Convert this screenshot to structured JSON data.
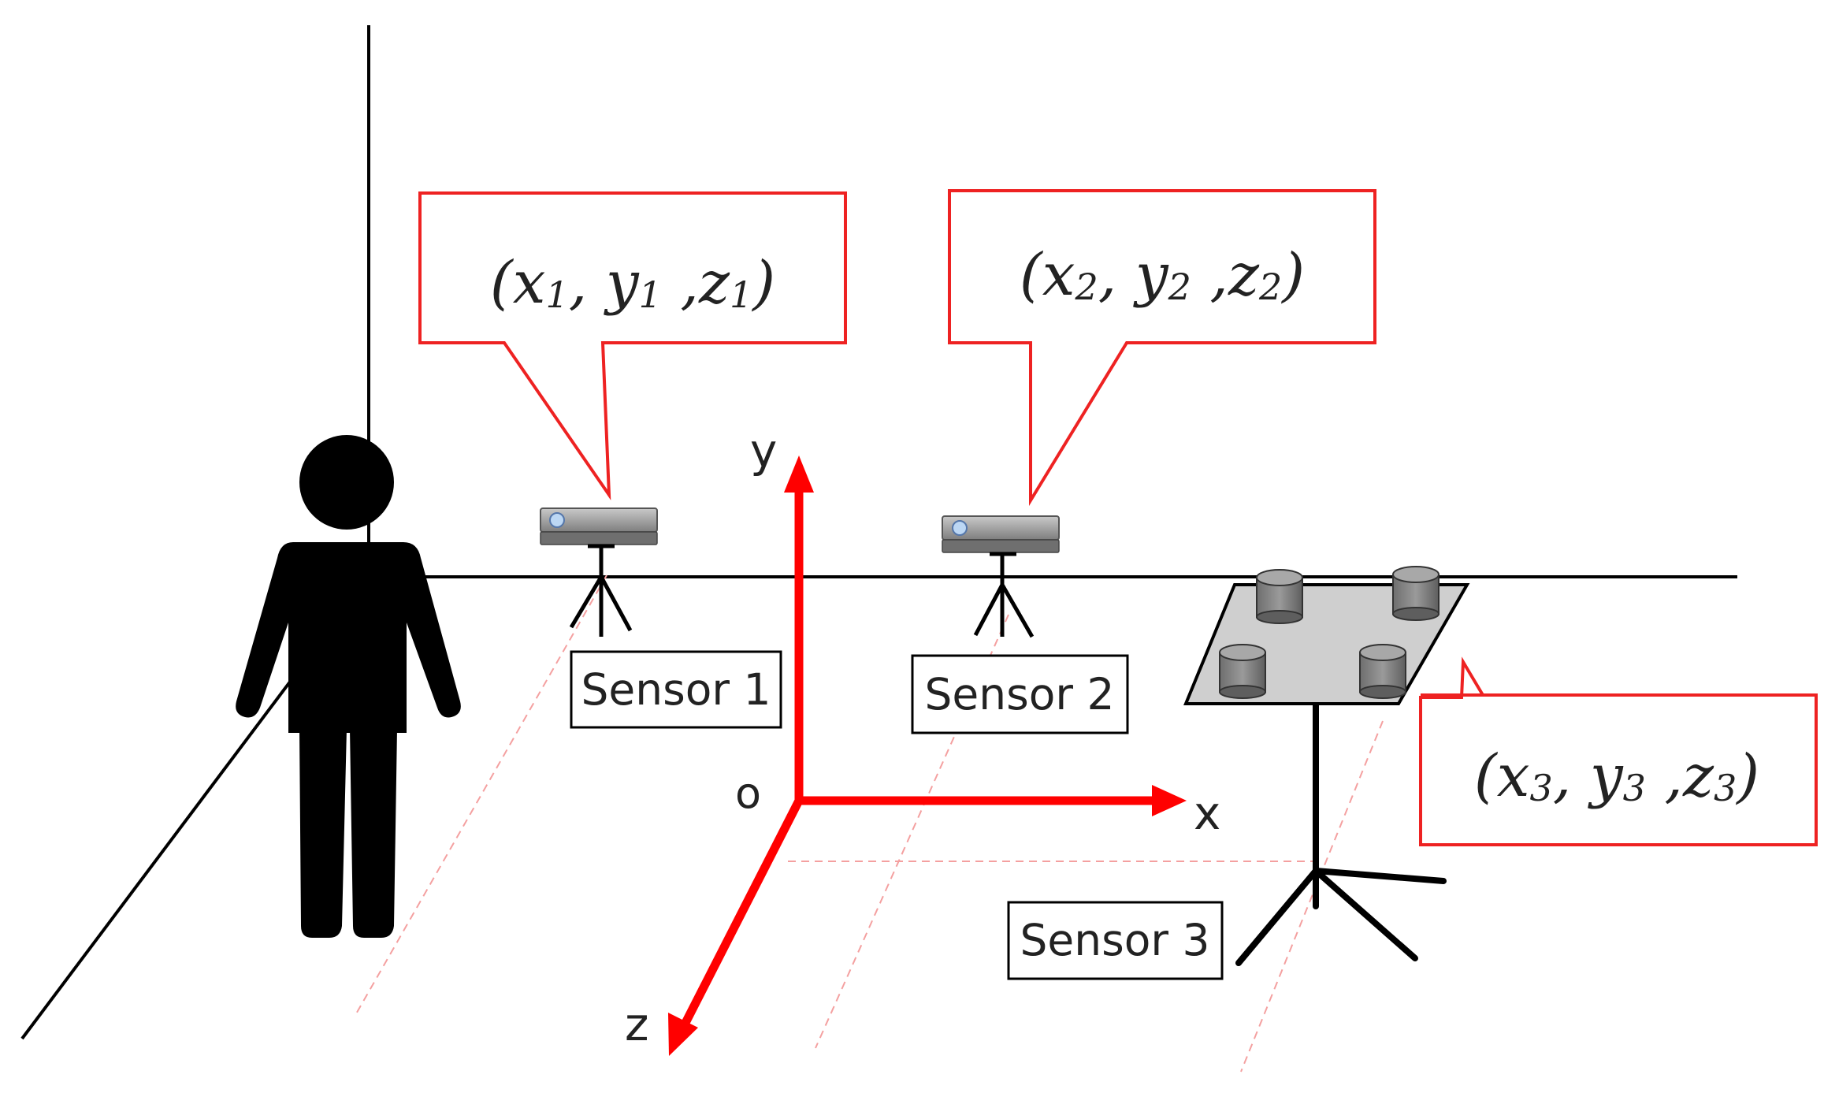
{
  "sensors": [
    {
      "label": "Sensor 1",
      "coords": {
        "open": "(",
        "v1": "x",
        "s1": "1",
        "sep1": ", ",
        "v2": "y",
        "s2": "1",
        "sep2": " ,",
        "v3": "z",
        "s3": "1",
        "close": ")"
      }
    },
    {
      "label": "Sensor 2",
      "coords": {
        "open": "(",
        "v1": "x",
        "s1": "2",
        "sep1": ", ",
        "v2": "y",
        "s2": "2",
        "sep2": " ,",
        "v3": "z",
        "s3": "2",
        "close": ")"
      }
    },
    {
      "label": "Sensor 3",
      "coords": {
        "open": "(",
        "v1": "x",
        "s1": "3",
        "sep1": ", ",
        "v2": "y",
        "s2": "3",
        "sep2": " ,",
        "v3": "z",
        "s3": "3",
        "close": ")"
      }
    }
  ],
  "axes": {
    "x": "x",
    "y": "y",
    "z": "z",
    "origin": "o"
  },
  "colors": {
    "axis": "#ff0000",
    "callout": "#ee2222",
    "guide": "#f4a0a0",
    "ink": "#000000",
    "device": "#8a8a8a",
    "table": "#cfcfcf"
  }
}
